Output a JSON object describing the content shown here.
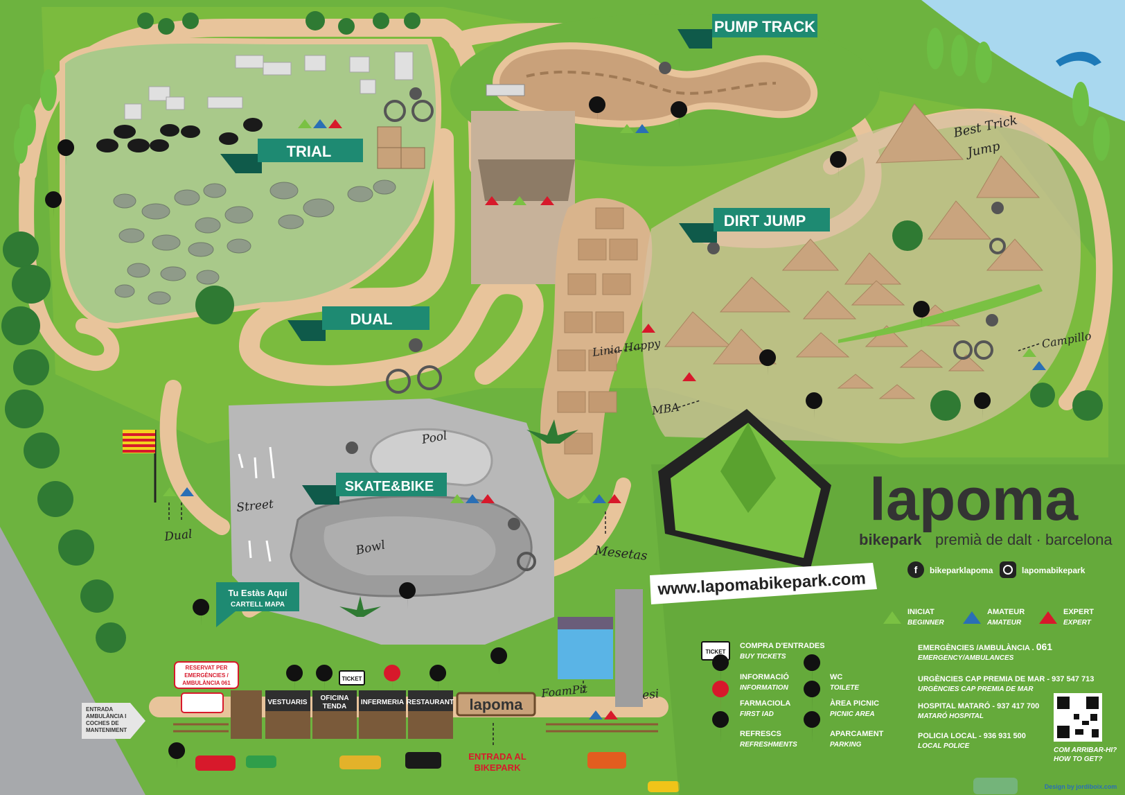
{
  "zones": {
    "pump_track": "PUMP TRACK",
    "trial": "TRIAL",
    "dirt_jump": "DIRT JUMP",
    "dual": "DUAL",
    "skate_bike": "SKATE&BIKE"
  },
  "annotations": {
    "best_trick_1": "Best Trick",
    "best_trick_2": "Jump",
    "linia_happy": "Linia Happy",
    "mba": "MBA",
    "campillo": "Campillo",
    "pool": "Pool",
    "street": "Street",
    "bowl": "Bowl",
    "dual": "Dual",
    "mesetas": "Mesetas",
    "foam_pit": "FoamPit",
    "resi": "Resi"
  },
  "you_are_here": {
    "line1": "Tu Estàs Aquí",
    "line2": "CARTELL MAPA"
  },
  "buildings": {
    "vestuaris": "VESTUARIS",
    "oficina_1": "OFICINA",
    "oficina_2": "TENDA",
    "infermeria": "INFERMERIA",
    "restaurant": "RESTAURANT",
    "sign": "lapoma"
  },
  "reserved": {
    "line1": "RESERVAT PER",
    "line2": "EMERGÈNCIES /",
    "line3": "AMBULÀNCIA 061"
  },
  "ambulance_entry": {
    "line1": "ENTRADA",
    "line2": "AMBULÀNCIA I",
    "line3": "COCHES DE",
    "line4": "MANTENIMENT"
  },
  "entrance": {
    "line1": "ENTRADA AL",
    "line2": "BIKEPARK"
  },
  "ticket_icon_text": "TICKET",
  "brand": {
    "name": "lapoma",
    "sub_left": "bikepark",
    "sub_right": "premià de dalt · barcelona",
    "website": "www.lapomabikepark.com",
    "facebook": "bikeparklapoma",
    "instagram": "lapomabikepark",
    "design_credit": "Design by jordiboix.com"
  },
  "levels": [
    {
      "label": "INICIAT",
      "sub": "BEGINNER",
      "color": "#7ac143"
    },
    {
      "label": "AMATEUR",
      "sub": "AMATEUR",
      "color": "#2a6fb5"
    },
    {
      "label": "EXPERT",
      "sub": "EXPERT",
      "color": "#d7192b"
    }
  ],
  "legend": [
    {
      "label": "COMPRA D'ENTRADES",
      "sub": "BUY TICKETS",
      "icon": "ticket-icon"
    },
    {
      "label": "INFORMACIÓ",
      "sub": "INFORMATION",
      "icon": "info-pin-icon"
    },
    {
      "label": "WC",
      "sub": "TOILETE",
      "icon": "wc-pin-icon"
    },
    {
      "label": "FARMACIOLA",
      "sub": "FIRST IAD",
      "icon": "first-aid-pin-icon"
    },
    {
      "label": "ÀREA PICNIC",
      "sub": "PICNIC AREA",
      "icon": "picnic-pin-icon"
    },
    {
      "label": "REFRESCS",
      "sub": "REFRESHMENTS",
      "icon": "drinks-pin-icon"
    },
    {
      "label": "APARCAMENT",
      "sub": "PARKING",
      "icon": "parking-pin-icon"
    }
  ],
  "contacts": [
    {
      "label": "EMERGÈNCIES /AMBULÀNCIA",
      "number": "061",
      "sub": "EMERGENCY/AMBULANCES"
    },
    {
      "label": "URGÈNCIES CAP PREMIA DE MAR",
      "number": "937 547 713",
      "sub": "URGÈNCIES CAP PREMIA DE MAR"
    },
    {
      "label": "HOSPITAL MATARÓ",
      "number": "937 417 700",
      "sub": "MATARÓ HOSPITAL"
    },
    {
      "label": "POLICIA LOCAL",
      "number": "936 931 500",
      "sub": "LOCAL POLICE"
    }
  ],
  "contact_sep": " - ",
  "contact_sep_first": " . ",
  "qr": {
    "line1": "COM ARRIBAR-HI?",
    "line2": "HOW TO GET?"
  },
  "colors": {
    "grass": "#6db33f",
    "grass_light": "#8cc63f",
    "dirt": "#e8c49b",
    "trial_area": "#a9c98a",
    "concrete": "#b8b8b8",
    "banner": "#1e8a72",
    "banner_dark": "#0f5a4a",
    "brand_green": "#7ac143",
    "brand_dark": "#333333"
  }
}
